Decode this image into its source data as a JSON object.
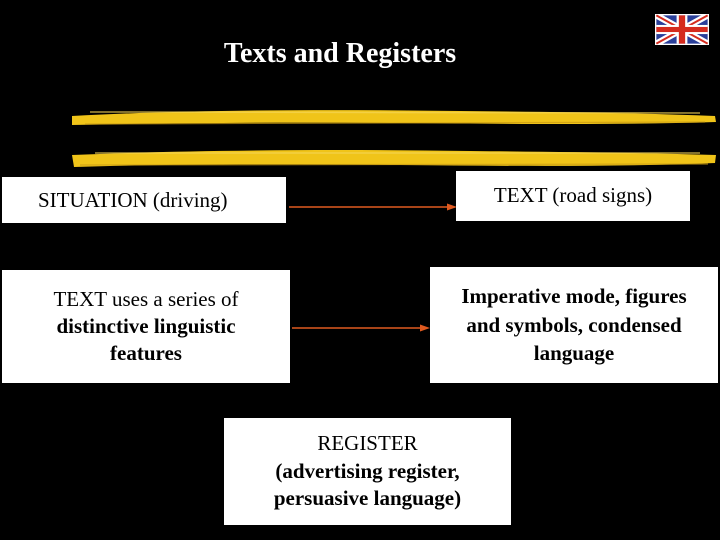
{
  "slide": {
    "title": "Texts and Registers",
    "flag_icon": "union-jack-flag-icon",
    "accent_color": "#f0c419",
    "arrow_color": "#e05a20"
  },
  "boxes": {
    "situation": "SITUATION (driving)",
    "text_road_signs": "TEXT (road signs)",
    "text_features": {
      "line1": "TEXT uses a series of",
      "line2": "distinctive linguistic",
      "line3": "features"
    },
    "imperative": {
      "line1": "Imperative mode, figures",
      "line2": "and symbols, condensed",
      "line3": "language"
    },
    "register": {
      "line1": "REGISTER",
      "line2": "(advertising register,",
      "line3": "persuasive language)"
    }
  }
}
